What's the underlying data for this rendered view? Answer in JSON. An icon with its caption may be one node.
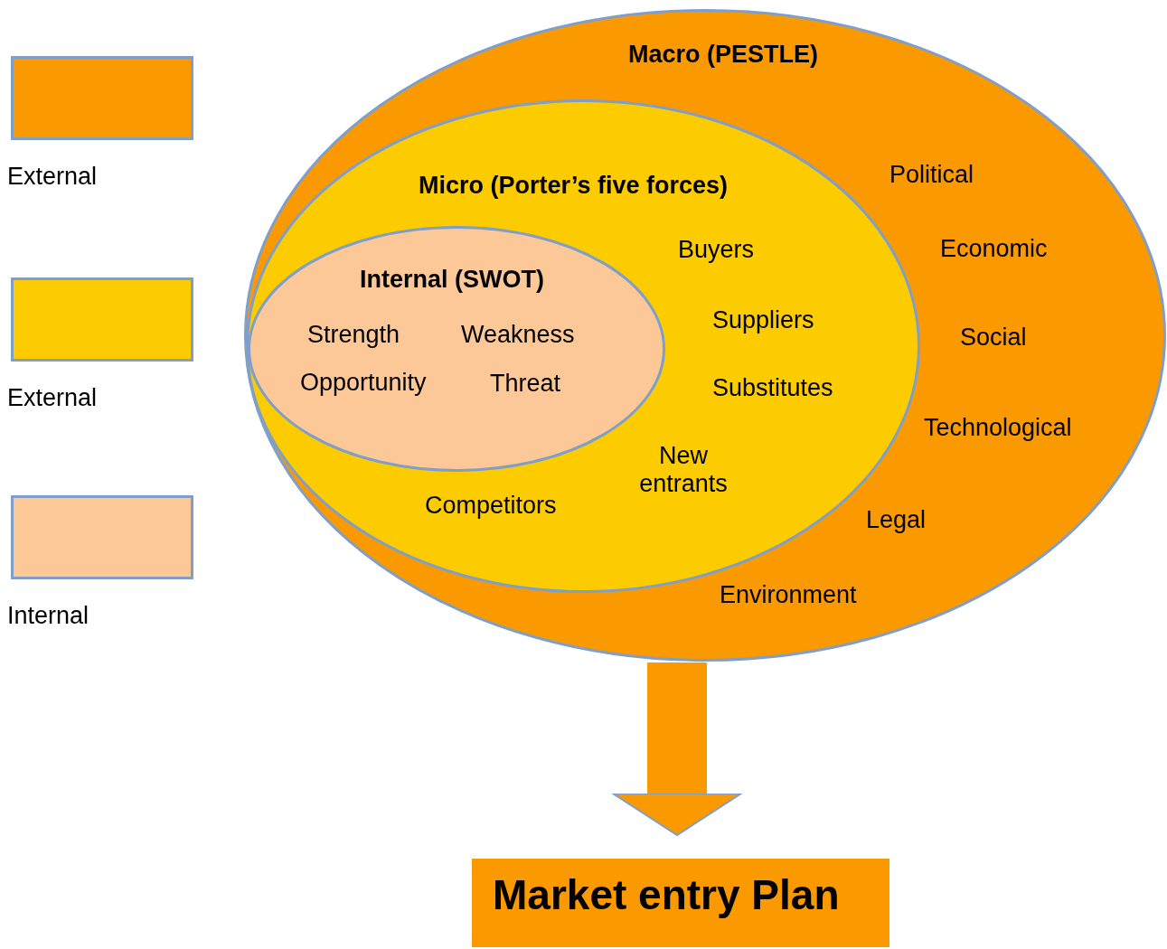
{
  "diagram": {
    "nodes": [
      {
        "text": [
          "Macro (PESTLE)",
          "Political",
          "Economic",
          "Social",
          "Technological",
          "Legal",
          "Environment"
        ]
      },
      {
        "text": [
          "Micro (Porter’s five forces)",
          "Buyers",
          "Suppliers",
          "Substitutes",
          "New entrants",
          "Competitors"
        ],
        "in": 0
      },
      {
        "text": [
          "Internal (SWOT)",
          "Strength",
          "Weakness",
          "Opportunity",
          "Threat"
        ],
        "in": 1
      },
      {
        "text": [
          "Market entry Plan"
        ]
      }
    ],
    "edges": [
      {
        "from": 0,
        "to": 3,
        "arrow": "to"
      }
    ],
    "legend": [
      {
        "text": "External",
        "color": "#fb9a00"
      },
      {
        "text": "External",
        "color": "#fccc00"
      },
      {
        "text": "Internal",
        "color": "#fcc897"
      }
    ]
  }
}
